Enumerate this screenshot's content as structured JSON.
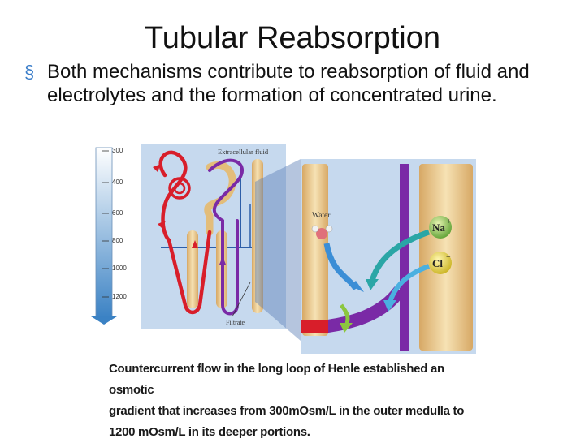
{
  "slide": {
    "title": "Tubular Reabsorption",
    "bullet": "Both mechanisms contribute to reabsorption of fluid and electrolytes and the formation of concentrated urine."
  },
  "figure": {
    "scale_ticks": [
      "300",
      "400",
      "600",
      "800",
      "1000",
      "1200"
    ],
    "extracellular_label": "Extracellular fluid",
    "filtrate_label": "Filtrate",
    "water_label": "Water",
    "sodium_label": "Na",
    "chloride_label": "Cl",
    "sodium_charge": "+",
    "chloride_charge": "−"
  },
  "caption": {
    "line1": "Countercurrent flow in the long loop of Henle established an osmotic",
    "line2": "gradient that increases from 300mOsm/L in the outer medulla to",
    "line3": "1200 mOsm/L in its deeper portions."
  },
  "colors": {
    "loop_red": "#d81e2a",
    "duct_purple": "#7a2aa6",
    "tubule_tan": "#e9c98c",
    "panel_blue": "#c6d9ee",
    "arrow_blue": "#3b8ed6",
    "bullet_blue": "#3a7dc9"
  }
}
